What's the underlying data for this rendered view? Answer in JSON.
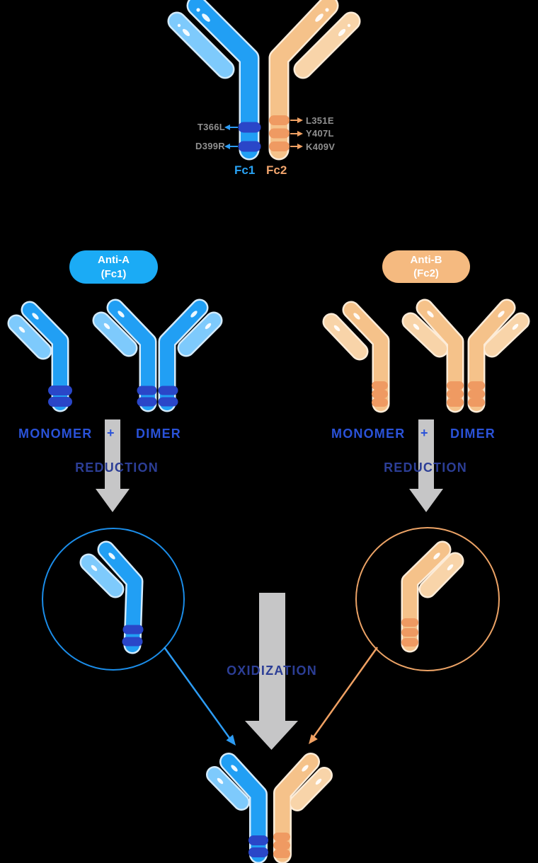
{
  "colors": {
    "background": "#000000",
    "blue_heavy": "#219ff4",
    "blue_light": "#7ecafc",
    "blue_outline": "#d3ebfd",
    "blue_band": "#2a46c8",
    "orange_heavy": "#f5c28a",
    "orange_light": "#f8d4a9",
    "orange_outline": "#fdecd8",
    "orange_band": "#ef9a62",
    "pill_blue": "#1babf5",
    "pill_orange": "#f5ba80",
    "fc1_text": "#29a3f5",
    "fc2_text": "#f2a56d",
    "label_gray": "#909090",
    "arrow_gray": "#c6c6c7",
    "royal_blue_text": "#2a52d8",
    "navy_text": "#2c3e96",
    "circle_blue": "#1b8de9",
    "circle_orange": "#eca366",
    "thin_arrow_blue": "#2d9cf4",
    "thin_arrow_orange": "#f0a163"
  },
  "hero": {
    "mutations_left": [
      {
        "label": "T366L"
      },
      {
        "label": "D399R"
      }
    ],
    "mutations_right": [
      {
        "label": "L351E"
      },
      {
        "label": "Y407L"
      },
      {
        "label": "K409V"
      }
    ],
    "fc1_label": "Fc1",
    "fc2_label": "Fc2"
  },
  "pills": {
    "anti_a": {
      "line1": "Anti-A",
      "line2": "(Fc1)"
    },
    "anti_b": {
      "line1": "Anti-B",
      "line2": "(Fc2)"
    }
  },
  "left_group": {
    "monomer": "MONOMER",
    "plus": "+",
    "dimer": "DIMER",
    "reduction": "REDUCTION"
  },
  "right_group": {
    "monomer": "MONOMER",
    "plus": "+",
    "dimer": "DIMER",
    "reduction": "REDUCTION"
  },
  "oxidization_label": "OXIDIZATION"
}
